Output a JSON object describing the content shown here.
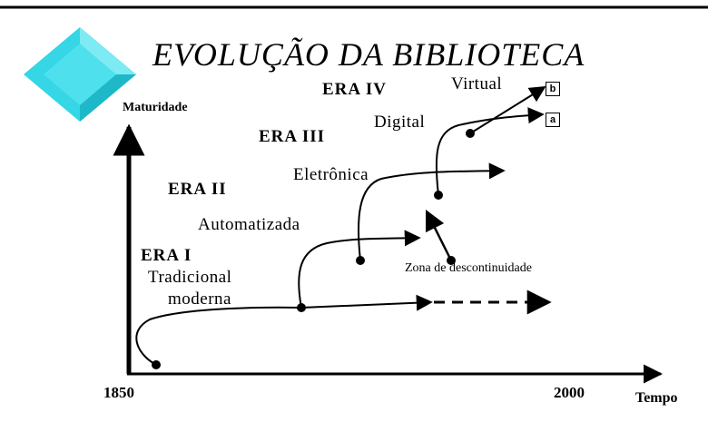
{
  "title": "EVOLUÇÃO DA BIBLIOTECA",
  "axes": {
    "y_label": "Maturidade",
    "x_label": "Tempo",
    "x_start": "1850",
    "x_end": "2000"
  },
  "eras": [
    "ERA I",
    "ERA II",
    "ERA III",
    "ERA IV"
  ],
  "stages": {
    "tradicional_line1": "Tradicional",
    "tradicional_line2": "moderna",
    "automatizada": "Automatizada",
    "eletronica": "Eletrônica",
    "digital": "Digital",
    "virtual": "Virtual"
  },
  "annotation": "Zona de descontinuidade",
  "boxes": {
    "b": "b",
    "a": "a"
  },
  "colors": {
    "diamond": "#35d6e6",
    "diamond_light": "#7eeaf3",
    "diamond_dark": "#1eb8c8",
    "line": "#000000"
  }
}
